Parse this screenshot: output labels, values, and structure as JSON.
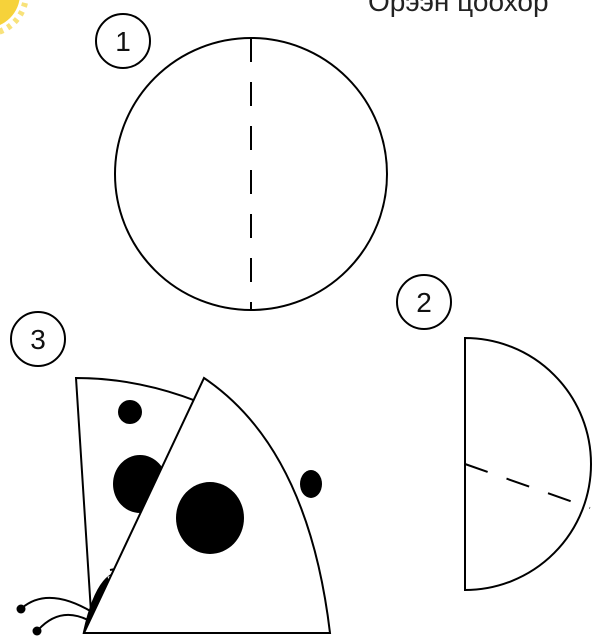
{
  "header": {
    "title": "Орээн цоохор"
  },
  "steps": [
    {
      "number": "1",
      "shape": "circle",
      "fold": "dashed-vertical"
    },
    {
      "number": "2",
      "shape": "half-circle",
      "fold": "dashed-diagonal"
    },
    {
      "number": "3",
      "shape": "ladybug"
    }
  ],
  "colors": {
    "line": "#000000",
    "background": "#ffffff",
    "sun": "#f6d23a"
  }
}
